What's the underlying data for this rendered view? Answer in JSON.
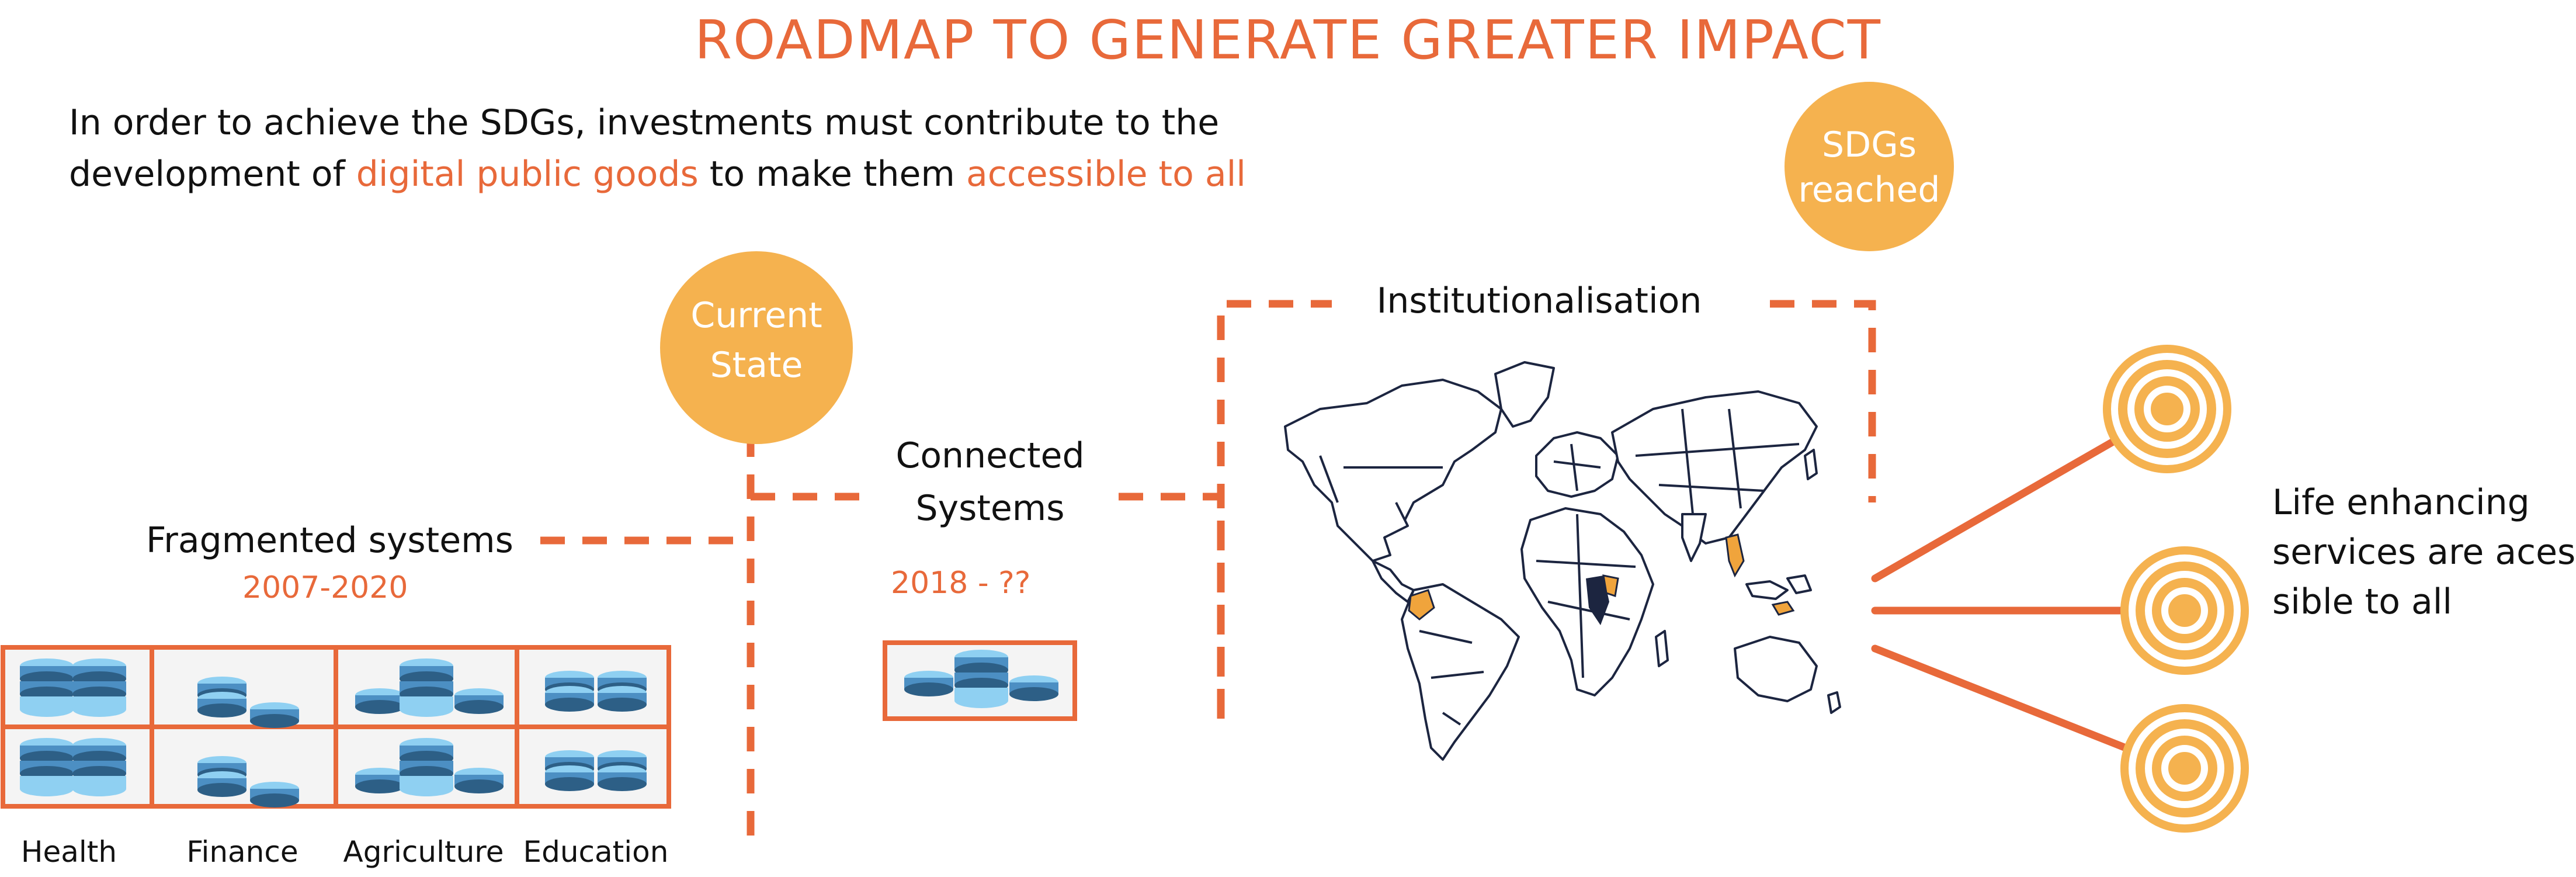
{
  "title": "ROADMAP TO GENERATE GREATER IMPACT",
  "intro": {
    "line1": "In order to achieve the SDGs, investments must contribute to the",
    "line2_pre": "development of ",
    "line2_hl1": "digital public goods",
    "line2_mid": " to make them ",
    "line2_hl2": "accessible to all"
  },
  "stages": {
    "current_state": {
      "line1": "Current",
      "line2": "State"
    },
    "sdgs_reached": {
      "line1": "SDGs",
      "line2": "reached"
    },
    "fragmented": {
      "label": "Fragmented systems",
      "years": "2007-2020"
    },
    "connected": {
      "line1": "Connected",
      "line2": "Systems",
      "years": "2018 - ??"
    },
    "institutionalisation": {
      "label": "Institutionalisation"
    },
    "outcome": {
      "line1": "Life enhancing",
      "line2": "services are aces-",
      "line3": "sible to all"
    }
  },
  "sectors": [
    "Health",
    "Finance",
    "Agriculture",
    "Education"
  ],
  "colors": {
    "accent": "#e8693a",
    "circle": "#f5b24f",
    "db_dark": "#2d5f86",
    "db_mid": "#4c8fc3",
    "db_light": "#8fd0f2",
    "map_outline": "#1c2540"
  },
  "icons": [
    "database-icon",
    "world-map",
    "target-icon"
  ]
}
